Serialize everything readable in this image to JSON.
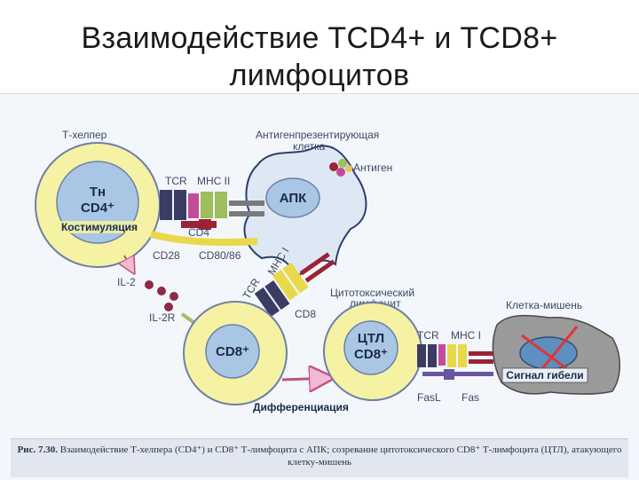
{
  "slide": {
    "title_line1": "Взаимодействие TCD4+ и TCD8+",
    "title_line2": "лимфоцитов"
  },
  "figure": {
    "labels": {
      "t_helper": "Т-хелпер",
      "apc_title_1": "Антигенпрезентирующая",
      "apc_title_2": "клетка",
      "antigen": "Антиген",
      "th_1": "Тн",
      "th_2": "CD4⁺",
      "costim": "Костимуляция",
      "tcr_top": "TCR",
      "mhc2": "MHC II",
      "apk": "АПК",
      "cd4": "CD4",
      "cd28": "CD28",
      "cd80": "CD80/86",
      "il2": "IL-2",
      "il2r": "IL-2R",
      "tcr_mid": "TCR",
      "mhc1_mid": "MHC I",
      "ctl_title_1": "Цитотоксический",
      "ctl_title_2": "лимфоцит",
      "cd8_label": "CD8",
      "cd8_cell": "CD8⁺",
      "ctl_1": "ЦТЛ",
      "ctl_2": "CD8⁺",
      "target": "Клетка-мишень",
      "tcr_right": "TCR",
      "mhc1_right": "MHC I",
      "death_signal": "Сигнал гибели",
      "fasl": "FasL",
      "fas": "Fas",
      "diff": "Дифференциация"
    },
    "caption": {
      "prefix": "Рис. 7.30.",
      "text": "Взаимодействие Т-хелпера (CD4⁺) и CD8⁺ Т-лимфоцита с АПК; созревание цитотоксического CD8⁺ Т-лимфоцита (ЦТЛ), атакующего клетку-мишень"
    },
    "colors": {
      "cell_outer": "#f6f2a4",
      "cell_inner": "#a9c7e4",
      "receptor_dark": "#3a3c63",
      "mhc_green": "#9dbf5d",
      "costim_red": "#9b2335",
      "accent_pink": "#f2b8d4",
      "apc_fill": "#dde8f4",
      "target_fill": "#9a9a9a"
    }
  }
}
